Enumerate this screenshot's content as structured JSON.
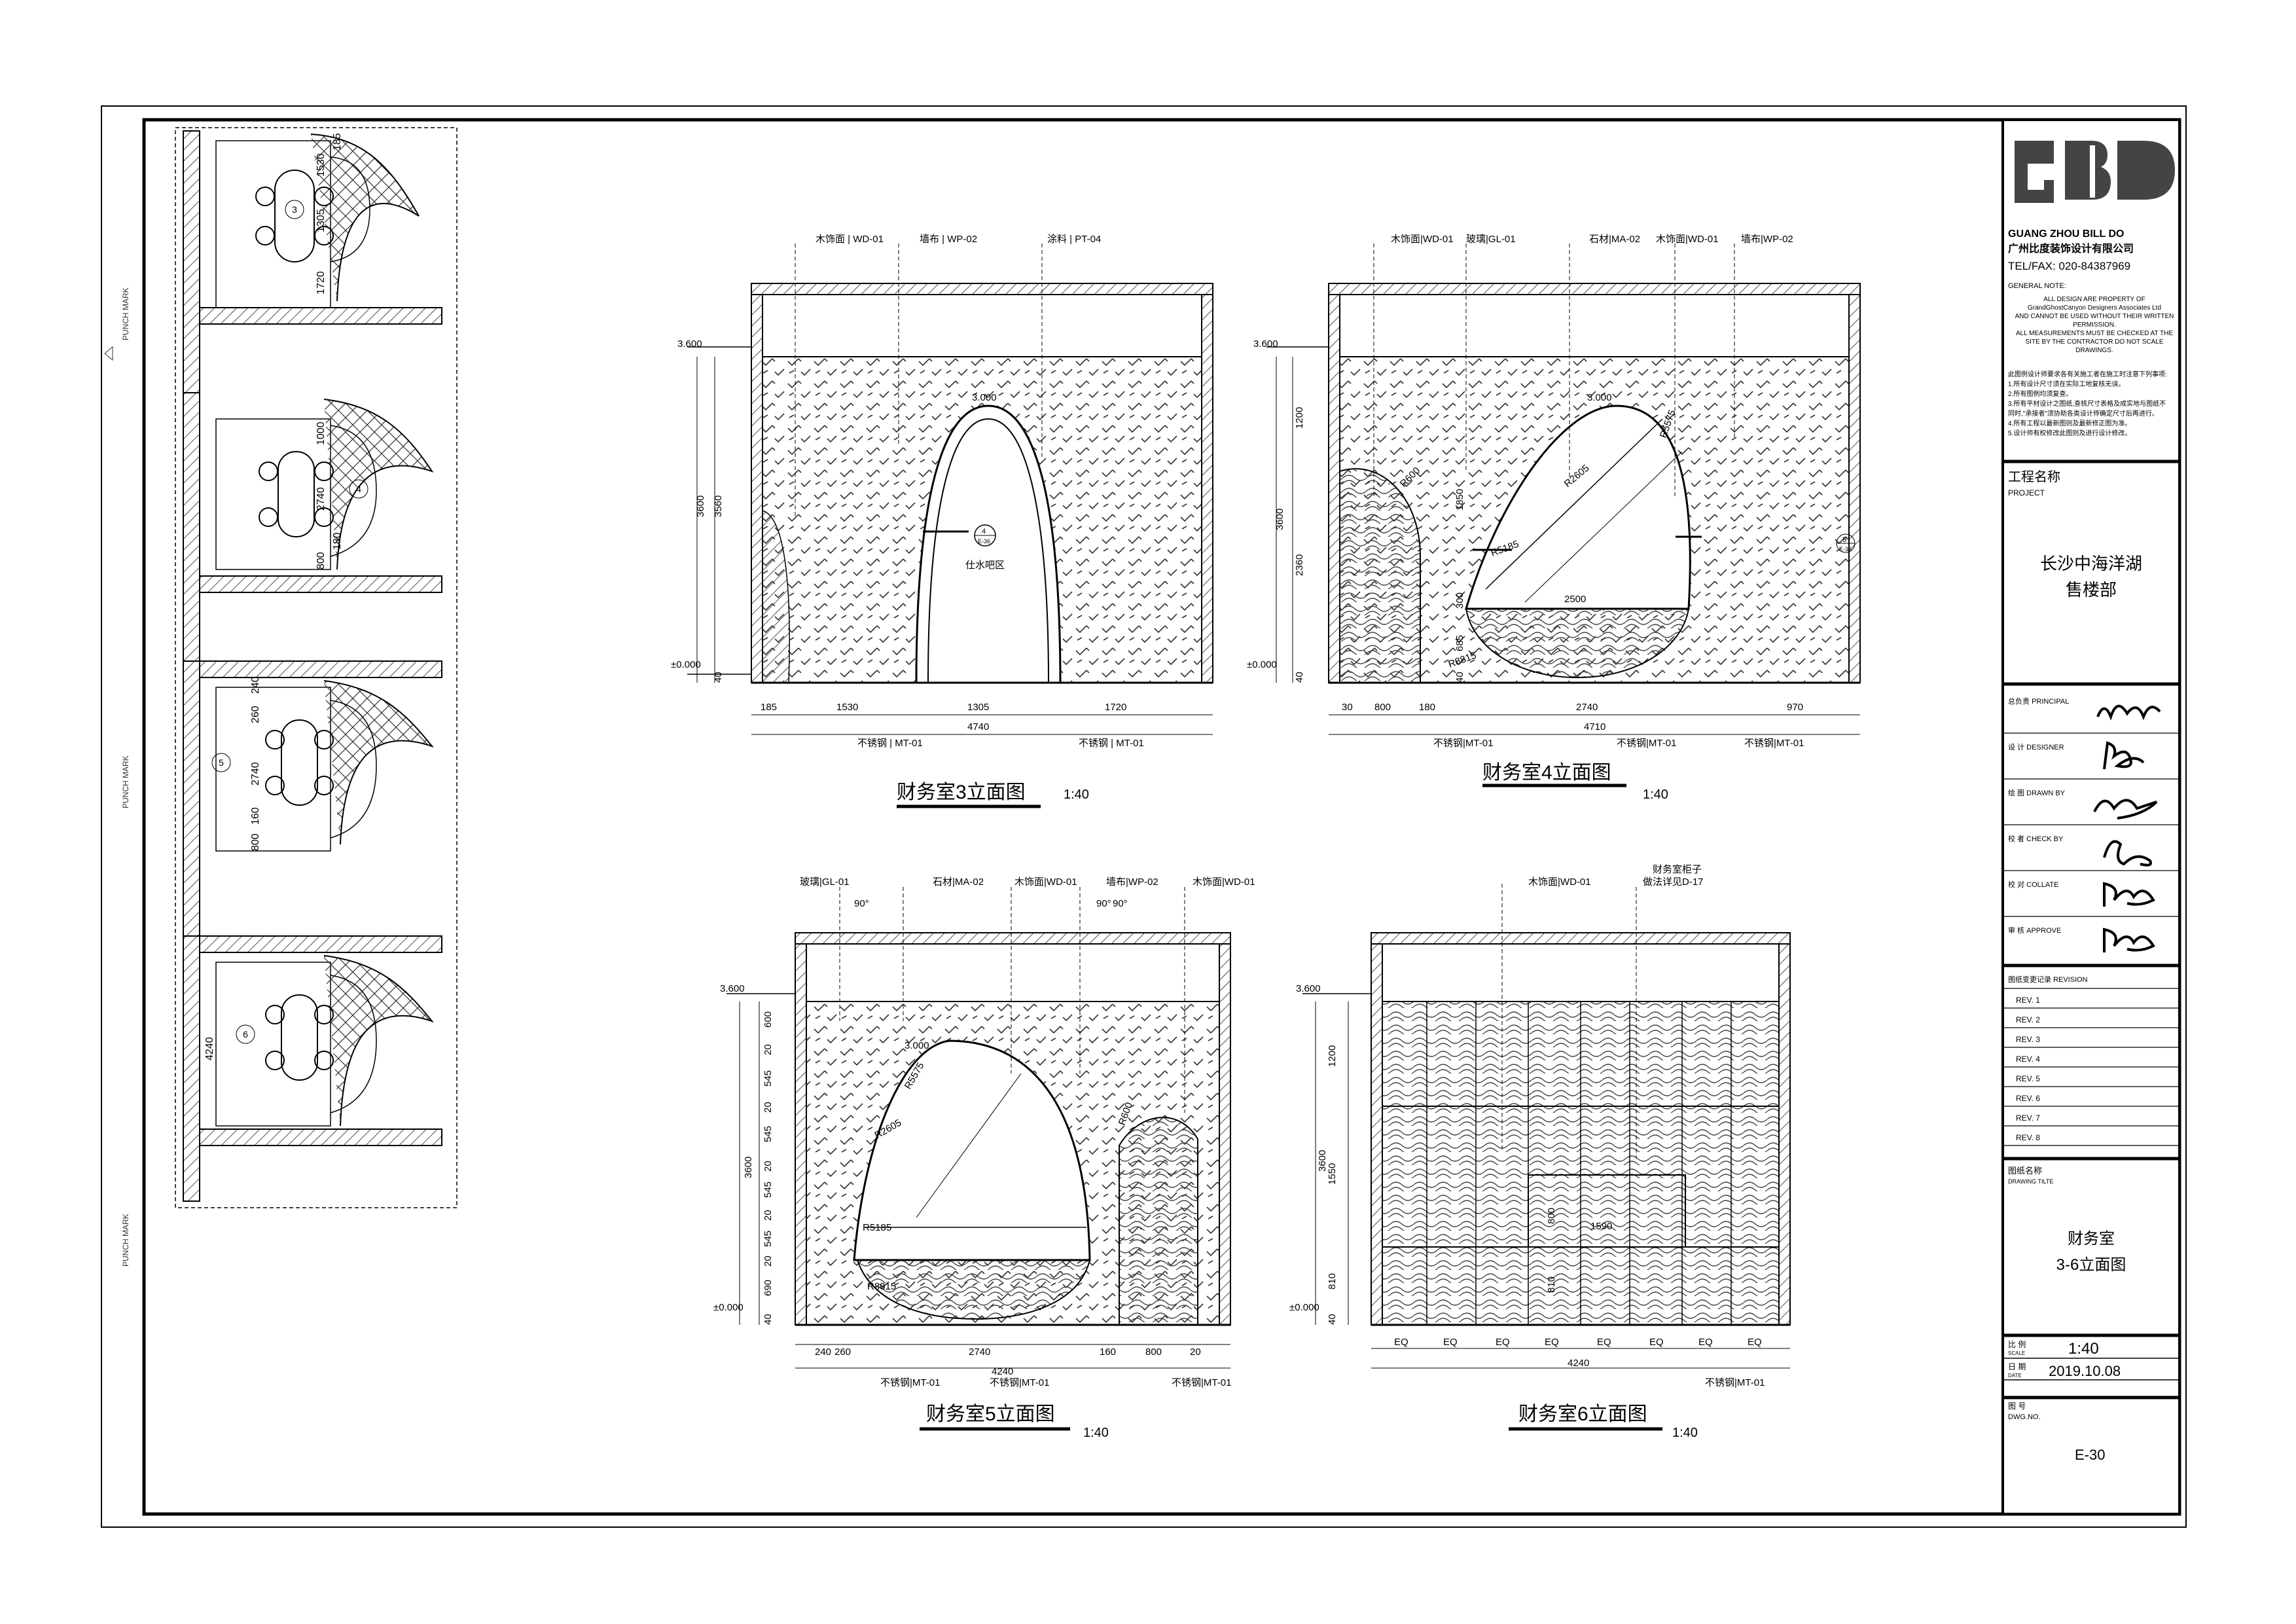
{
  "title_block": {
    "logo_text": "GBD",
    "company_en": "GUANG ZHOU BILL DO",
    "company_cn": "广州比度装饰设计有限公司",
    "tel_fax": "TEL/FAX: 020-84387969",
    "general_note_label": "GENERAL NOTE:",
    "general_note_en": [
      "ALL DESIGN ARE PROPERTY OF",
      "GrandGhostCanyon Designers Associates Ltd",
      "AND CANNOT BE USED WITHOUT THEIR WRITTEN",
      "PERMISSION.",
      "ALL MEASUREMENTS MUST BE CHECKED AT THE",
      "SITE BY THE CONTRACTOR DO NOT SCALE",
      "DRAWINGS."
    ],
    "general_note_cn": [
      "此图例设计师要求各有关施工者在施工时注意下列事项:",
      "1.所有设计尺寸须在实际工地复核无误。",
      "2.所有图例均须复查。",
      "3.所有平材设计之图纸,查核尺寸表格及成实地与图纸不",
      "同时,\"承接者\"须协助各类设计师确定尺寸后再进行。",
      "4.所有工程以最新图则及最新修正图为准。",
      "5.设计师有权修改此图则及进行设计修改。"
    ],
    "project_label_cn": "工程名称",
    "project_label_en": "PROJECT",
    "project_name_line1": "长沙中海洋湖",
    "project_name_line2": "售楼部",
    "roles": [
      {
        "cn": "总负责",
        "en": "PRINCIPAL"
      },
      {
        "cn": "设 计",
        "en": "DESIGNER"
      },
      {
        "cn": "绘 图",
        "en": "DRAWN BY"
      },
      {
        "cn": "校 者",
        "en": "CHECK BY"
      },
      {
        "cn": "校 对",
        "en": "COLLATE"
      },
      {
        "cn": "审 核",
        "en": "APPROVE"
      }
    ],
    "revision_label_cn": "图纸变更记录",
    "revision_label_en": "REVISION",
    "revisions": [
      "REV. 1",
      "REV. 2",
      "REV. 3",
      "REV. 4",
      "REV. 5",
      "REV. 6",
      "REV. 7",
      "REV. 8"
    ],
    "drawing_title_cn": "图纸名称",
    "drawing_title_en": "DRAWING TILTE",
    "drawing_title_line1": "财务室",
    "drawing_title_line2": "3-6立面图",
    "scale_cn": "比 例",
    "scale_en": "SCALE",
    "scale": "1:40",
    "date_cn": "日 期",
    "date_en": "DATE",
    "date": "2019.10.08",
    "dwg_cn": "图 号",
    "dwg_en": "DWG.NO.",
    "dwg_no": "E-30"
  },
  "plan": {
    "punch_marks": [
      "PUNCH MARK",
      "PUNCH MARK",
      "PUNCH MARK"
    ],
    "dims": [
      "1530",
      "185",
      "1305",
      "1720",
      "1000",
      "2740",
      "800",
      "180",
      "260",
      "240",
      "2740",
      "160",
      "800",
      "4240"
    ],
    "markers": [
      "3",
      "4",
      "5",
      "6"
    ]
  },
  "elevations": [
    {
      "title": "财务室3立面图",
      "scale": "1:40",
      "tags": [
        {
          "name": "木饰面",
          "code": "WD-01"
        },
        {
          "name": "墙布",
          "code": "WP-02"
        },
        {
          "name": "涂料",
          "code": "PT-04"
        }
      ],
      "bottom_tags": [
        {
          "name": "不锈钢",
          "code": "MT-01"
        },
        {
          "name": "不锈钢",
          "code": "MT-01"
        }
      ],
      "levels": [
        "3.600",
        "±0.000"
      ],
      "left_dims": [
        "3600",
        "3560",
        "40"
      ],
      "bottom_dims": [
        "185",
        "1530",
        "1305",
        "1720",
        "4740"
      ],
      "annotations": [
        "3.000",
        "仕水吧区"
      ],
      "callout": {
        "num": "4",
        "sheet": "E-36"
      }
    },
    {
      "title": "财务室4立面图",
      "scale": "1:40",
      "tags": [
        {
          "name": "木饰面",
          "code": "WD-01"
        },
        {
          "name": "玻璃",
          "code": "GL-01"
        },
        {
          "name": "石材",
          "code": "MA-02"
        },
        {
          "name": "木饰面",
          "code": "WD-01"
        },
        {
          "name": "墙布",
          "code": "WP-02"
        }
      ],
      "bottom_tags": [
        {
          "name": "不锈钢",
          "code": "MT-01"
        },
        {
          "name": "不锈钢",
          "code": "MT-01"
        },
        {
          "name": "不锈钢",
          "code": "MT-01"
        }
      ],
      "levels": [
        "3.600",
        "±0.000"
      ],
      "left_dims": [
        "1200",
        "3600",
        "2360",
        "40"
      ],
      "bottom_dims": [
        "30",
        "800",
        "180",
        "2740",
        "970",
        "4710"
      ],
      "annotations": [
        "3.000",
        "R5575",
        "R2605",
        "R5185",
        "R8815",
        "R600",
        "1850",
        "2500",
        "300",
        "685",
        "40"
      ],
      "callout": {
        "num": "9",
        "sheet": "E-36"
      }
    },
    {
      "title": "财务室5立面图",
      "scale": "1:40",
      "tags": [
        {
          "name": "玻璃",
          "code": "GL-01"
        },
        {
          "name": "石材",
          "code": "MA-02"
        },
        {
          "name": "木饰面",
          "code": "WD-01"
        },
        {
          "name": "墙布",
          "code": "WP-02"
        },
        {
          "name": "木饰面",
          "code": "WD-01"
        }
      ],
      "bottom_tags": [
        {
          "name": "不锈钢",
          "code": "MT-01"
        },
        {
          "name": "不锈钢",
          "code": "MT-01"
        },
        {
          "name": "不锈钢",
          "code": "MT-01"
        }
      ],
      "levels": [
        "3.600",
        "±0.000"
      ],
      "left_dims": [
        "600",
        "20",
        "545",
        "20",
        "545",
        "20",
        "545",
        "20",
        "545",
        "20",
        "690",
        "40",
        "3600"
      ],
      "bottom_dims": [
        "240",
        "260",
        "2740",
        "160",
        "800",
        "20",
        "4240"
      ],
      "annotations": [
        "3.000",
        "R5575",
        "R2605",
        "R5185",
        "R8815",
        "R600",
        "90°",
        "90°",
        "90°"
      ]
    },
    {
      "title": "财务室6立面图",
      "scale": "1:40",
      "tags": [
        {
          "name": "木饰面",
          "code": "WD-01"
        }
      ],
      "side_note": [
        "财务室柜子",
        "做法详见D-17"
      ],
      "bottom_tags": [
        {
          "name": "不锈钢",
          "code": "MT-01"
        }
      ],
      "levels": [
        "3.600",
        "±0.000"
      ],
      "left_dims": [
        "1200",
        "3600",
        "1550",
        "810",
        "40"
      ],
      "inner_dims": [
        "800",
        "810",
        "1590"
      ],
      "bottom_dims": [
        "EQ",
        "EQ",
        "EQ",
        "EQ",
        "EQ",
        "EQ",
        "EQ",
        "EQ",
        "4240"
      ]
    }
  ]
}
